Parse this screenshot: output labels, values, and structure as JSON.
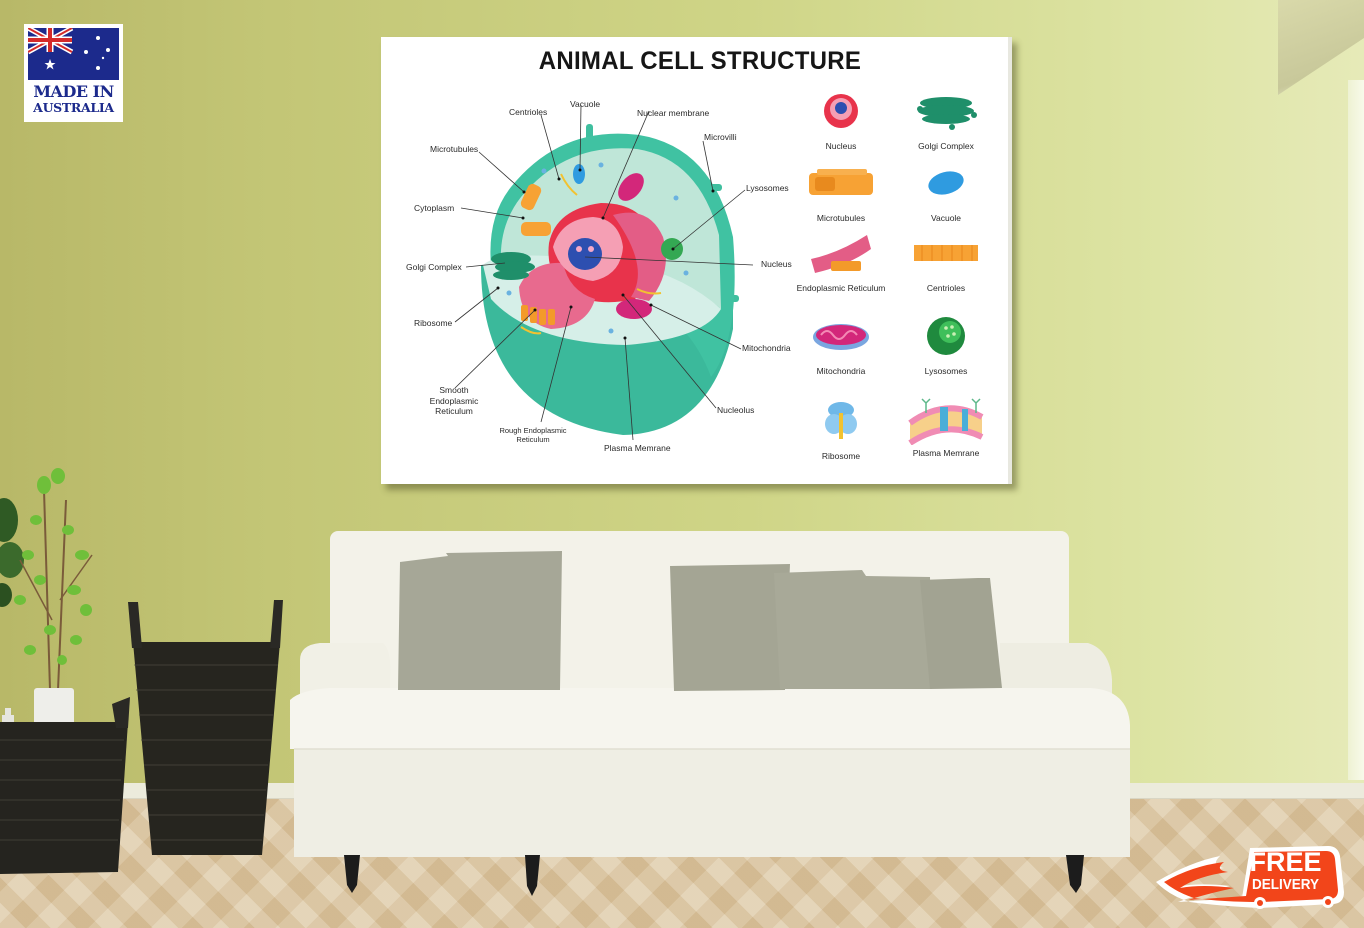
{
  "scene": {
    "description": "Canvas print mockup on living room wall",
    "colors": {
      "wall": "#c9cf80",
      "floor": "#dcc7a2",
      "sofa": "#f0efe4",
      "pillows": "#a4a596",
      "baskets": "#2a2a24"
    }
  },
  "badges": {
    "made_in": {
      "line1": "MADE IN",
      "line2": "AUSTRALIA",
      "color": "#1c2a8c"
    },
    "delivery": {
      "line1": "FREE",
      "line2": "DELIVERY",
      "color": "#f2451a"
    }
  },
  "poster": {
    "title": "ANIMAL CELL STRUCTURE",
    "diagram_labels": {
      "centrioles": "Centrioles",
      "vacuole": "Vacuole",
      "nuclear_membrane": "Nuclear membrane",
      "microvilli": "Microvilli",
      "microtubules": "Microtubules",
      "lysosomes": "Lysosomes",
      "cytoplasm": "Cytoplasm",
      "golgi_complex": "Golgi Complex",
      "nucleus": "Nucleus",
      "ribosome": "Ribosome",
      "mitochondria": "Mitochondria",
      "smooth_er_1": "Smooth",
      "smooth_er_2": "Endoplasmic",
      "smooth_er_3": "Reticulum",
      "nucleolus": "Nucleolus",
      "rough_er_1": "Rough Endoplasmic",
      "rough_er_2": "Reticulum",
      "plasma_membrane": "Plasma Memrane"
    },
    "legend": [
      {
        "label": "Nucleus",
        "icon": "nucleus-icon"
      },
      {
        "label": "Golgi Complex",
        "icon": "golgi-icon"
      },
      {
        "label": "Microtubules",
        "icon": "microtubules-icon"
      },
      {
        "label": "Vacuole",
        "icon": "vacuole-icon"
      },
      {
        "label": "Endoplasmic Reticulum",
        "icon": "er-icon"
      },
      {
        "label": "Centrioles",
        "icon": "centrioles-icon"
      },
      {
        "label": "Mitochondria",
        "icon": "mitochondria-icon"
      },
      {
        "label": "Lysosomes",
        "icon": "lysosome-icon"
      },
      {
        "label": "Ribosome",
        "icon": "ribosome-icon"
      },
      {
        "label": "Plasma Memrane",
        "icon": "plasma-membrane-icon"
      }
    ],
    "colors": {
      "cell_body": "#3fbf9f",
      "cytoplasm": "#bfe6d8",
      "nucleus_outer": "#e8334b",
      "nucleus_inner": "#f59fb4",
      "nucleolus": "#2d4fb0",
      "golgi": "#1f8f6a",
      "orange": "#f7a234",
      "mitochondria": "#d3277a"
    }
  }
}
